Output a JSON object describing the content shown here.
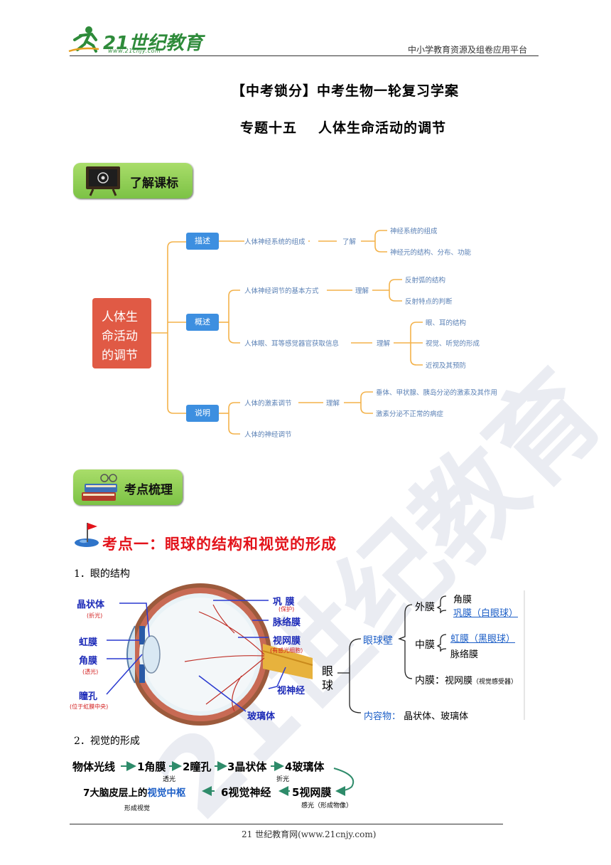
{
  "header": {
    "logo_text": "21世纪教育",
    "logo_url": "www.21cnjy.com",
    "right_text": "中小学教育资源及组卷应用平台"
  },
  "title": {
    "line1": "【中考锁分】中考生物一轮复习学案",
    "line2": "专题十五 人体生命活动的调节"
  },
  "sections": {
    "standards_label": "了解课标",
    "review_label": "考点梳理"
  },
  "mindmap": {
    "root": "人体生命活动的调节",
    "root_lines": [
      "人体生",
      "命活动",
      "的调节"
    ],
    "branches": [
      {
        "label": "描述",
        "items": [
          {
            "text": "人体神经系统的组成",
            "verb": "了解",
            "leaves": [
              "神经系统的组成",
              "神经元的结构、分布、功能"
            ]
          }
        ]
      },
      {
        "label": "概述",
        "items": [
          {
            "text": "人体神经调节的基本方式",
            "verb": "理解",
            "leaves": [
              "反射弧的结构",
              "反射特点的判断"
            ]
          },
          {
            "text": "人体眼、耳等感觉器官获取信息",
            "verb": "理解",
            "leaves": [
              "眼、耳的结构",
              "视觉、听觉的形成",
              "近视及其预防"
            ]
          }
        ]
      },
      {
        "label": "说明",
        "items": [
          {
            "text": "人体的激素调节",
            "verb": "理解",
            "leaves": [
              "垂体、甲状腺、胰岛分泌的激素及其作用",
              "激素分泌不正常的病症"
            ]
          },
          {
            "text": "人体的神经调节",
            "verb": "",
            "leaves": []
          }
        ]
      }
    ]
  },
  "point1": {
    "title": "考点一：眼球的结构和视觉的形成",
    "sub1": "1．眼的结构",
    "sub2": "2．视觉的形成"
  },
  "eye_diagram": {
    "left_labels": [
      {
        "name": "晶状体",
        "note": "(折光)"
      },
      {
        "name": "虹膜",
        "note": ""
      },
      {
        "name": "角膜",
        "note": "(透光)"
      },
      {
        "name": "瞳孔",
        "note": "(位于虹膜中央)"
      }
    ],
    "right_labels": [
      {
        "name": "巩 膜",
        "note": "(保护)"
      },
      {
        "name": "脉络膜",
        "note": ""
      },
      {
        "name": "视网膜",
        "note": "(有感光细胞)"
      },
      {
        "name": "视神经",
        "note": ""
      },
      {
        "name": "玻璃体",
        "note": ""
      }
    ]
  },
  "eye_tree": {
    "root": "眼球",
    "wall": "眼球壁",
    "outer": "外膜",
    "outer_items": [
      "角膜",
      "巩膜（白眼球）"
    ],
    "middle": "中膜",
    "middle_items": [
      "虹膜（黑眼球）",
      "脉络膜"
    ],
    "inner": "内膜：",
    "inner_item": "视网膜",
    "inner_note": "（视觉感受器）",
    "contents": "内容物：",
    "contents_items": "晶状体、玻璃体"
  },
  "vision_flow": {
    "start": "物体光线",
    "s1": "1角膜",
    "s2": "2瞳孔",
    "s3": "3晶状体",
    "s4": "4玻璃体",
    "s5": "5视网膜",
    "s6": "6视觉神经",
    "s7a": "7大脑皮层上的",
    "s7b": "视觉中枢",
    "n1": "透光",
    "n3": "折光",
    "n5": "感光（形成物像）",
    "n7": "形成视觉"
  },
  "footer": {
    "text": "21 世纪教育网(www.21cnjy.com)"
  },
  "colors": {
    "badge": "#8fcf55",
    "mindmap_root": "#e05a45",
    "mindmap_box": "#3d8fe0",
    "mindmap_line": "#f3b24a",
    "point_title": "#e3131b",
    "eye_label": "#1d2bb8"
  }
}
